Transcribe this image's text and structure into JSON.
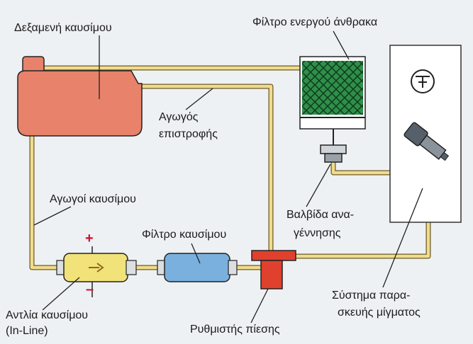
{
  "labels": {
    "tank": "Δεξαμενή καυσίμου",
    "carbon_filter": "Φίλτρο ενεργού άνθρακα",
    "return_line_1": "Αγωγός",
    "return_line_2": "επιστροφής",
    "fuel_lines": "Αγωγοί καυσίμου",
    "fuel_filter": "Φίλτρο καυσίμου",
    "regen_valve_1": "Βαλβίδα ανα-",
    "regen_valve_2": "γέννησης",
    "pump_1": "Αντλία καυσίμου",
    "pump_2": "(In-Line)",
    "pressure_reg": "Ρυθμιστής πίεσης",
    "mixture_1": "Σύστημα παρα-",
    "mixture_2": "σκευής μίγματος"
  },
  "signs": {
    "plus": "+",
    "minus": "–"
  },
  "colors": {
    "background": "#eef1f4",
    "line": "#f0dc8a",
    "line_outline": "#6a5a2a",
    "tank": "#e8826a",
    "carbon": "#2f8f4a",
    "pump": "#f2e27a",
    "filter": "#7ab0dd",
    "regulator": "#e0402e",
    "polarity": "#d0102a"
  }
}
